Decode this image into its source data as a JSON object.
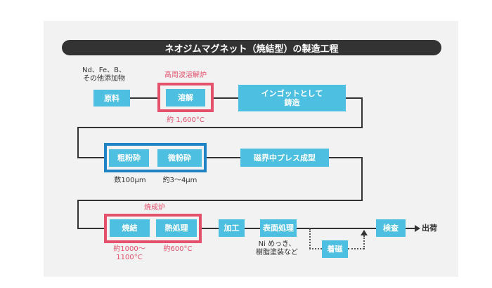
{
  "title": "ネオジムマグネット（焼結型）の製造工程",
  "colors": {
    "box": "#4dbfe0",
    "furnace_frame": "#e5506c",
    "mill_frame": "#1f83c4",
    "line": "#333333",
    "panel": "#f2f2f2"
  },
  "row1": {
    "input_note": "Nd、Fe、B、\nその他添加物",
    "raw_material": "原料",
    "furnace_label": "高周波溶解炉",
    "melting": "溶解",
    "melting_temp": "約 1,600°C",
    "ingot": "インゴットとして\n鋳造"
  },
  "row2": {
    "coarse": "粗粉砕",
    "fine": "微粉砕",
    "coarse_size": "数100μm",
    "fine_size": "約3〜4μm",
    "press": "磁界中プレス成型"
  },
  "row3": {
    "furnace_label": "焼成炉",
    "sintering": "焼結",
    "sinter_temp": "約1000〜\n1100°C",
    "heat_treat": "熱処理",
    "heat_temp": "約600°C",
    "machining": "加工",
    "surface": "表面処理",
    "surface_note": "Ni めっき、\n樹脂塗装など",
    "magnetize": "着磁",
    "inspection": "検査",
    "shipping": "出荷"
  }
}
